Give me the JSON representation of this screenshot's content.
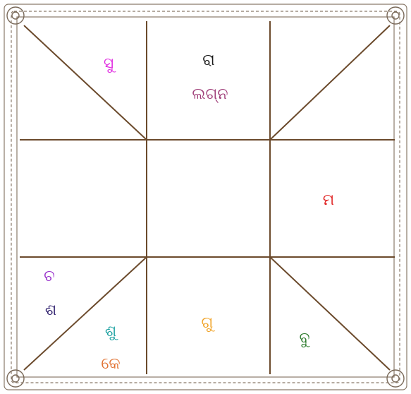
{
  "chart": {
    "line_color": "#6b4a2c",
    "border_color": "#8a7a6a",
    "houses": [
      {
        "id": "top-left-upper",
        "items": [
          {
            "text": "ସୁ",
            "color": "#e026e0"
          }
        ]
      },
      {
        "id": "top-center",
        "items": [
          {
            "text": "ରା",
            "color": "#1a1a1a"
          },
          {
            "text": "ଲଗ୍ନ",
            "color": "#a0407a"
          }
        ]
      },
      {
        "id": "right-middle",
        "items": [
          {
            "text": "ମ",
            "color": "#e02020"
          }
        ]
      },
      {
        "id": "bottom-left-upper",
        "items": [
          {
            "text": "ଚ",
            "color": "#9933cc"
          },
          {
            "text": "ଶ",
            "color": "#2a1a6a"
          }
        ]
      },
      {
        "id": "bottom-left-lower",
        "items": [
          {
            "text": "ଶୁ",
            "color": "#1aa0a0"
          },
          {
            "text": "କେ",
            "color": "#e07030"
          }
        ]
      },
      {
        "id": "bottom-center",
        "items": [
          {
            "text": "ଗୁ",
            "color": "#f0a020"
          }
        ]
      },
      {
        "id": "bottom-right-lower",
        "items": [
          {
            "text": "ବୁ",
            "color": "#2a7a2a"
          }
        ]
      }
    ]
  }
}
